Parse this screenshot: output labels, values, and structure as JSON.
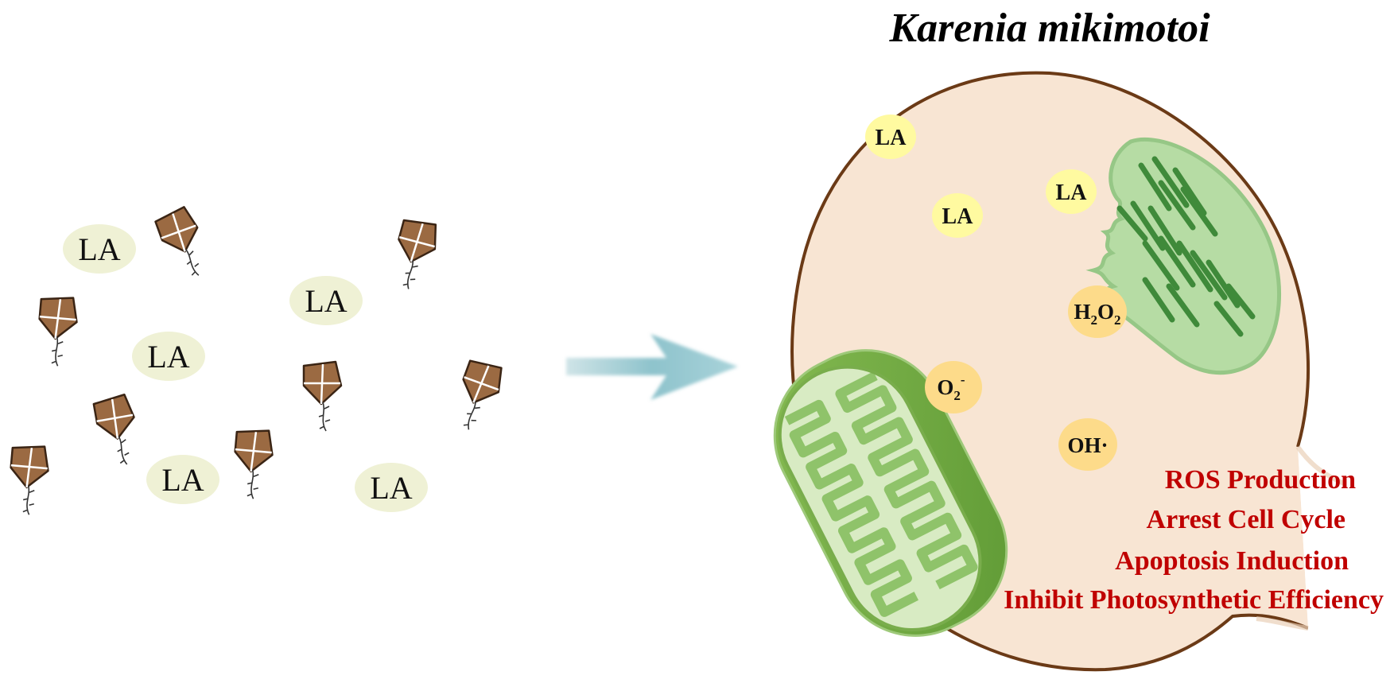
{
  "title": "Karenia mikimotoi",
  "outside_label": "LA",
  "inside_labels": {
    "la": "LA",
    "h2o2": {
      "h": "H",
      "sub1": "2",
      "o": "O",
      "sub2": "2"
    },
    "superoxide": {
      "o": "O",
      "sub": "2",
      "sup": "-"
    },
    "hydroxyl": "OH·"
  },
  "effects": [
    "ROS Production",
    "Arrest Cell Cycle",
    "Apoptosis Induction",
    "Inhibit Photosynthetic Efficiency"
  ],
  "colors": {
    "cell_fill": "#f8e5d3",
    "cell_outline": "#6b3a16",
    "la_outside_bubble": "#eff1d5",
    "la_inside_bubble": "#fffaa0",
    "ros_bubble": "#fddb8a",
    "effect_text": "#c00000",
    "arrow": "#8ec3cc",
    "cell_brown": "#9b6a42",
    "chloroplast": "#b6dca4",
    "chloroplast_stripes": "#3f8a3a",
    "mitochondrion_outer": "#78ad45",
    "mitochondrion_inner": "#e6f2d6"
  }
}
